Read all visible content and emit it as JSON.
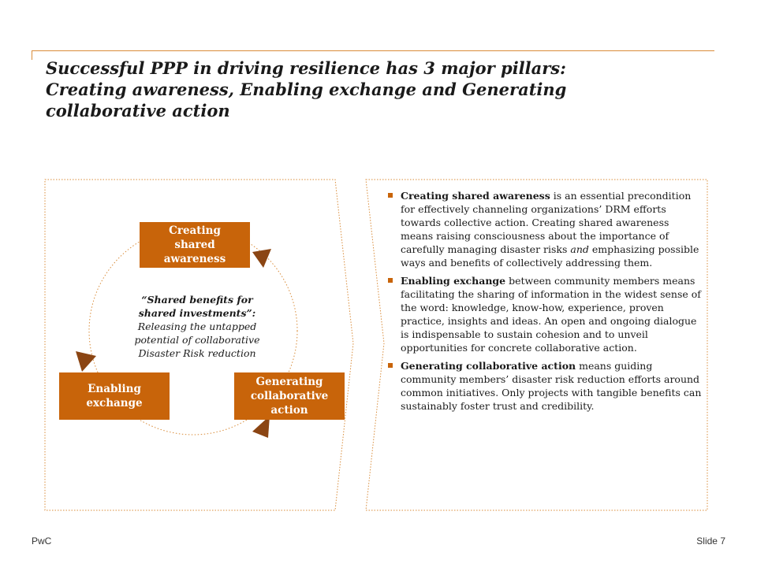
{
  "title": {
    "line1": "Successful PPP in driving resilience has 3 major pillars:",
    "line2": "Creating awareness, Enabling exchange and Generating",
    "line3": "collaborative action"
  },
  "pillars": {
    "creating": [
      "Creating",
      "shared",
      "awareness"
    ],
    "enabling": [
      "Enabling",
      "exchange"
    ],
    "generating": [
      "Generating",
      "collaborative",
      "action"
    ]
  },
  "center": {
    "bold1": "“Shared benefits for",
    "bold2": "shared investments”:",
    "line1": "Releasing the untapped",
    "line2": "potential of collaborative",
    "line3": "Disaster Risk reduction"
  },
  "bullets": [
    {
      "bold": "Creating shared awareness",
      "text": " is an essential precondition for effectively channeling organizations’ DRM efforts towards collective action. Creating shared awareness means raising consciousness about the importance of carefully managing disaster risks ",
      "italic": "and",
      "text2": " emphasizing possible ways and benefits of collectively addressing them."
    },
    {
      "bold": "Enabling exchange",
      "text": " between community members means facilitating the sharing of information in the widest sense of the word: knowledge, know-how, experience, proven practice, insights and ideas. An open and ongoing dialogue is indispensable to sustain cohesion and to unveil opportunities for concrete collaborative action."
    },
    {
      "bold": "Generating collaborative action",
      "text": " means guiding community members’ disaster risk reduction efforts around common initiatives. Only projects with tangible benefits can sustainably foster trust and credibility."
    }
  ],
  "footer": {
    "left": "PwC",
    "right": "Slide 7"
  },
  "colors": {
    "accent": "#c8640a",
    "arrow": "#8b4513",
    "rule": "#d98c3a"
  }
}
